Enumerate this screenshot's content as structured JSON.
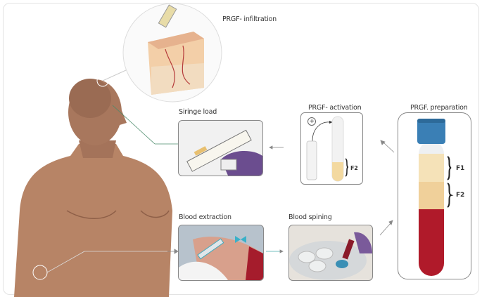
{
  "title": "PRGF- infiltration",
  "steps": {
    "syringe_load": "Siringe load",
    "activation": "PRGF- activation",
    "preparation": "PRGF. preparation",
    "extraction": "Blood extraction",
    "spinning": "Blood spining"
  },
  "labels": {
    "plus": "+",
    "f1": "F1",
    "f2": "F2",
    "f2_activation": "F2"
  },
  "colors": {
    "cap": "#3a7fb5",
    "plasma_f1": "#f5e2b8",
    "plasma_f2": "#f0d09a",
    "blood": "#b01a2a",
    "skin": "#b8866a",
    "glove": "#6b4d8f"
  }
}
